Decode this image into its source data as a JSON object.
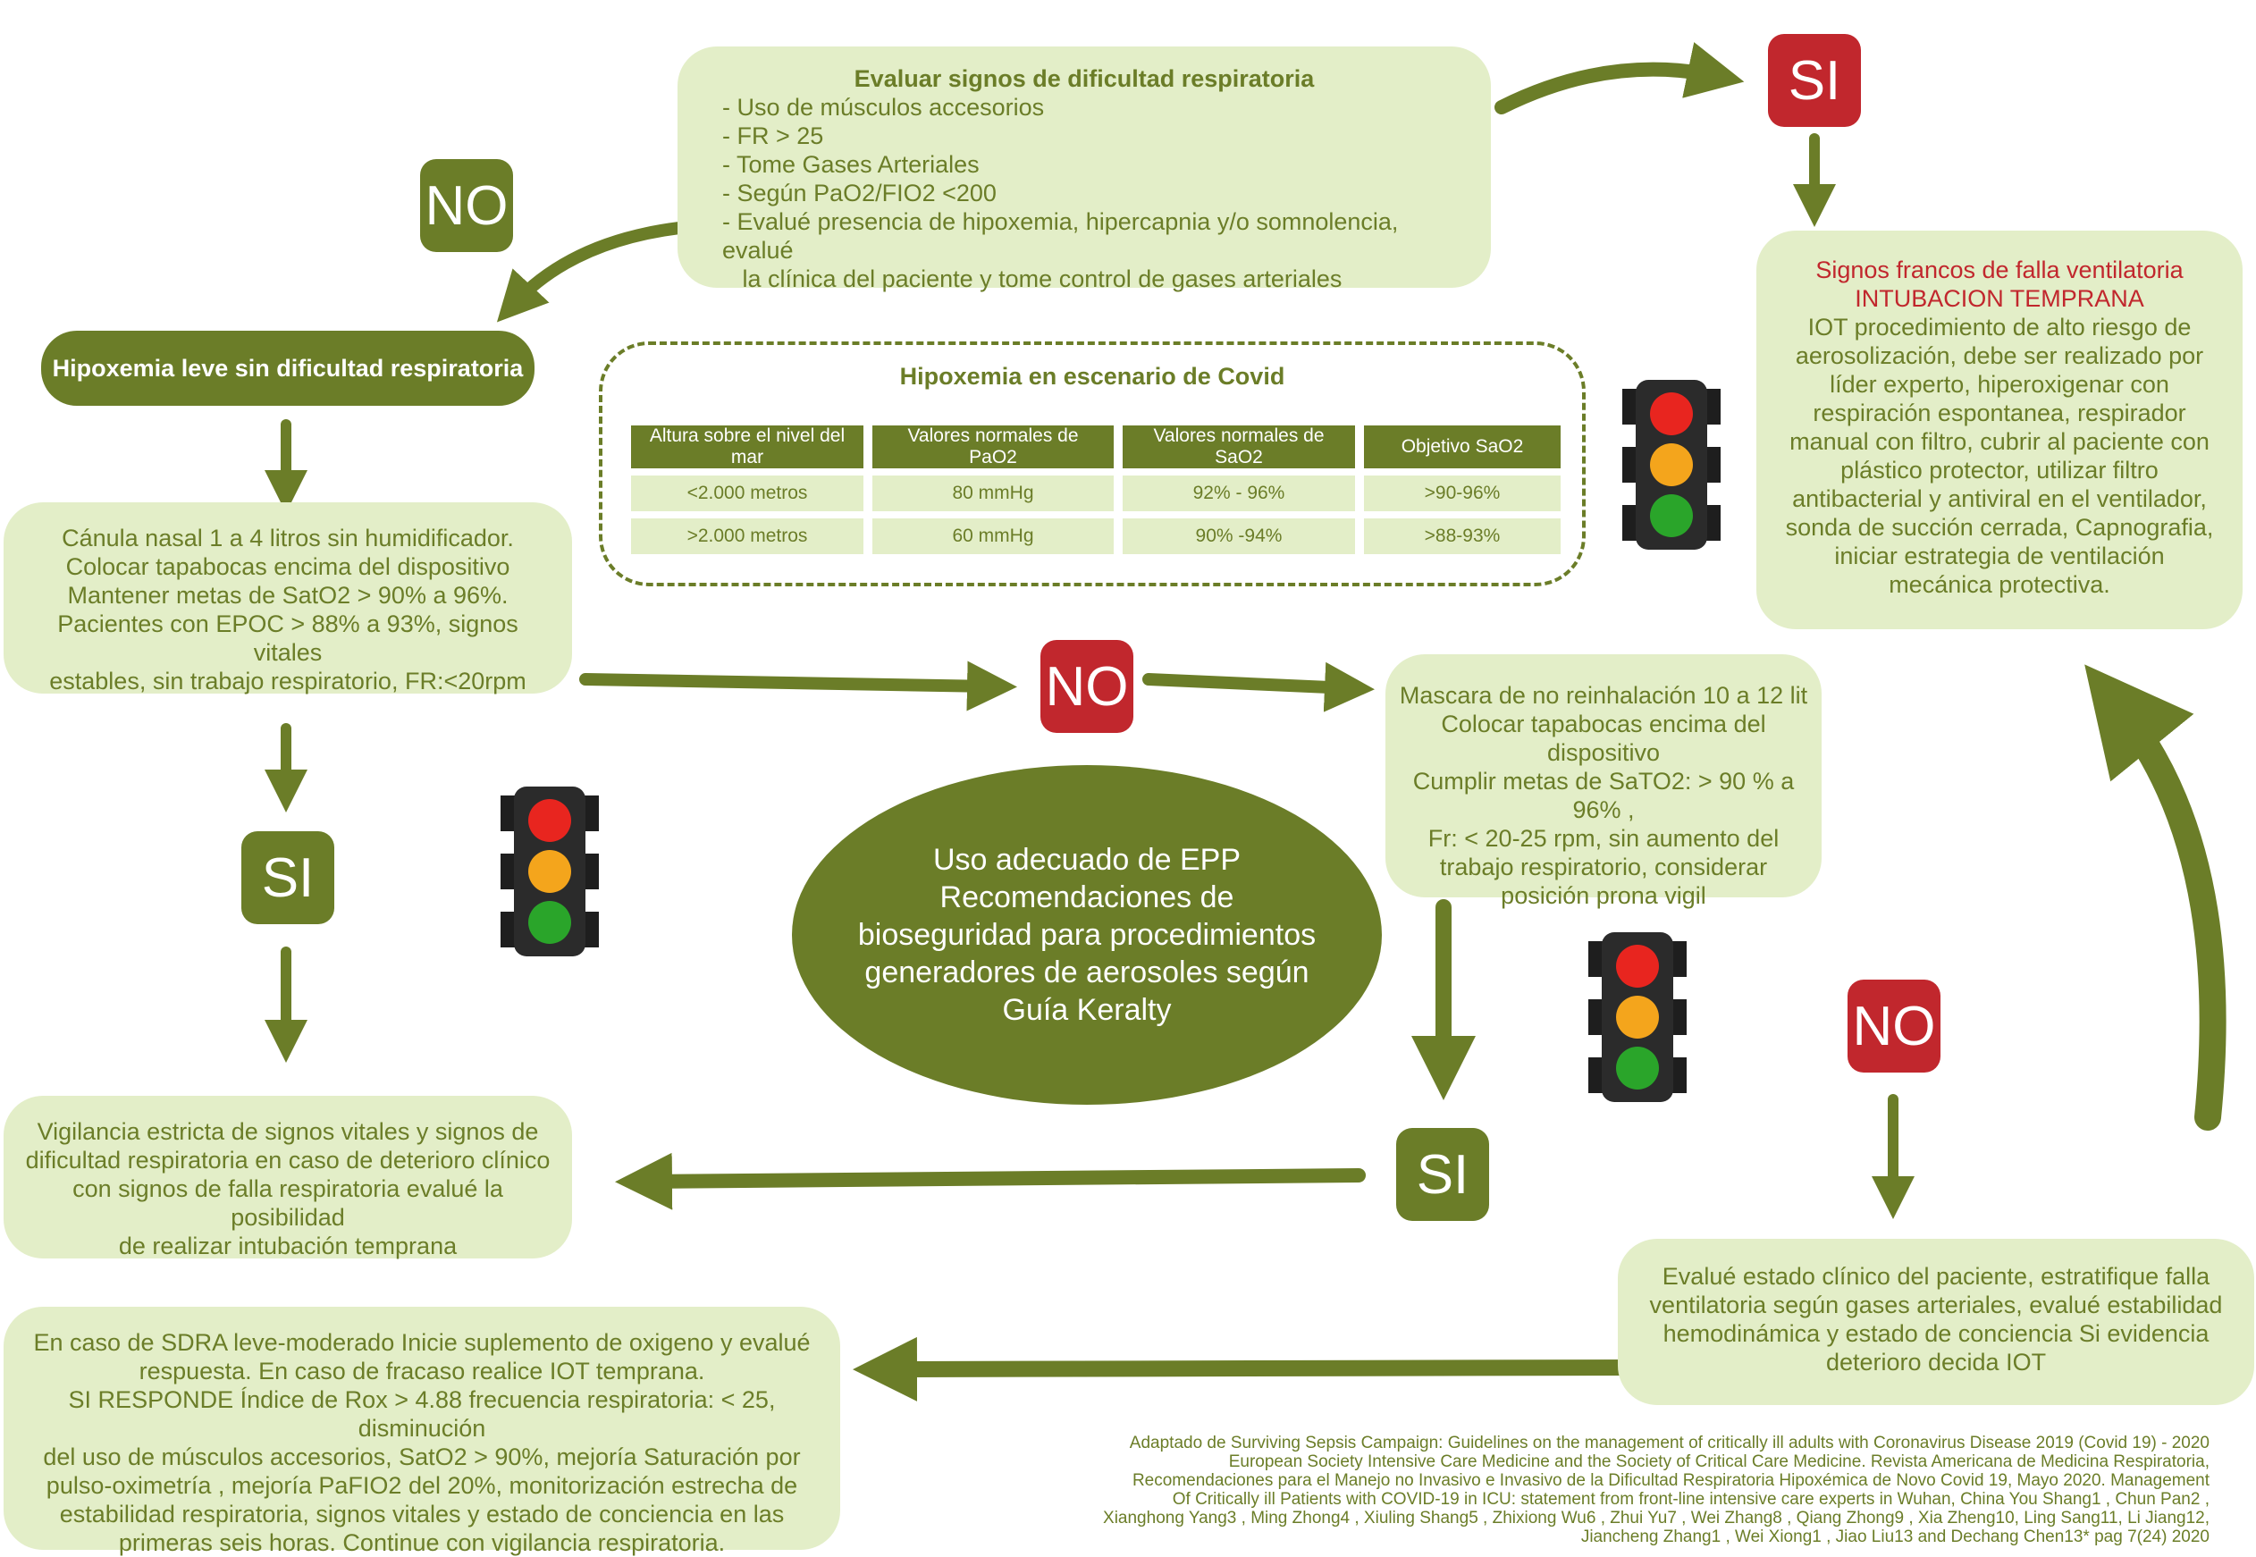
{
  "colors": {
    "olive": "#6b7d28",
    "light_green": "#e3eec8",
    "red": "#c1272d"
  },
  "top_box": {
    "title": "Evaluar signos de dificultad respiratoria",
    "items": [
      "-  Uso de músculos accesorios",
      "-  FR > 25",
      "-  Tome Gases Arteriales",
      "-  Según PaO2/FIO2 <200",
      "-  Evalué presencia de hipoxemia, hipercapnia y/o somnolencia, evalué",
      "   la clínica del paciente y tome control de gases arteriales"
    ]
  },
  "badges": {
    "si_top": "SI",
    "no_top": "NO",
    "no_middle": "NO",
    "si_left": "SI",
    "si_right": "SI",
    "no_right": "NO"
  },
  "mild_hypoxemia": "Hipoxemia leve sin dificultad respiratoria",
  "cannula_box": [
    "Cánula nasal 1 a 4 litros sin humidificador.",
    "Colocar tapabocas encima del dispositivo",
    "Mantener  metas de SatO2 > 90% a 96%.",
    "Pacientes con EPOC > 88% a 93%, signos vitales",
    "estables, sin trabajo respiratorio, FR:<20rpm"
  ],
  "covid_table": {
    "title": "Hipoxemia en escenario de Covid",
    "headers": [
      "Altura sobre el nivel del mar",
      "Valores normales de PaO2",
      "Valores normales de SaO2",
      "Objetivo SaO2"
    ],
    "rows": [
      [
        "<2.000 metros",
        "80 mmHg",
        "92% - 96%",
        ">90-96%"
      ],
      [
        ">2.000 metros",
        "60 mmHg",
        "90% -94%",
        ">88-93%"
      ]
    ]
  },
  "signs_box": {
    "title_lines": [
      "Signos francos de falla ventilatoria",
      "INTUBACION TEMPRANA"
    ],
    "lines": [
      "IOT procedimiento de alto riesgo de",
      "aerosolización, debe ser realizado por",
      "líder experto, hiperoxigenar con",
      "respiración espontanea, respirador",
      "manual con filtro, cubrir al paciente con",
      "plástico protector, utilizar filtro",
      "antibacterial y antiviral en el ventilador,",
      "sonda de succión cerrada, Capnografia,",
      "iniciar estrategia de ventilación",
      "mecánica protectiva."
    ]
  },
  "mask_box": [
    "Mascara de no reinhalación 10 a 12 lit",
    "Colocar tapabocas encima del",
    "dispositivo",
    "Cumplir metas de SaTO2: > 90 % a 96% ,",
    "Fr: < 20-25 rpm, sin aumento del",
    "trabajo respiratorio, considerar",
    "posición prona vigil"
  ],
  "epp_ellipse": [
    "Uso adecuado de EPP",
    "Recomendaciones de",
    "bioseguridad para procedimientos",
    "generadores de aerosoles según",
    "Guía Keralty"
  ],
  "vigilance_box": [
    "Vigilancia estricta de signos vitales y signos de",
    "dificultad respiratoria en caso de deterioro clínico",
    "con signos de falla respiratoria evalué la  posibilidad",
    "de realizar intubación temprana"
  ],
  "evaluate_box": [
    "Evalué estado clínico del paciente, estratifique falla",
    "ventilatoria según gases arteriales, evalué estabilidad",
    "hemodinámica y estado de conciencia  Si evidencia",
    "deterioro decida IOT"
  ],
  "sdra_box": [
    "En caso de SDRA leve-moderado Inicie suplemento de oxigeno y evalué",
    "respuesta. En caso de fracaso realice IOT temprana.",
    "SI RESPONDE Índice de Rox > 4.88 frecuencia respiratoria: < 25, disminución",
    "del uso de músculos accesorios, SatO2 > 90%, mejoría Saturación por",
    "pulso-oximetría , mejoría PaFIO2 del 20%, monitorización estrecha de",
    "estabilidad respiratoria, signos vitales y estado de conciencia en las",
    "primeras seis horas. Continue con vigilancia respiratoria."
  ],
  "reference": [
    "Adaptado de Surviving Sepsis Campaign: Guidelines on the management of critically ill adults with Coronavirus Disease 2019 (Covid 19) - 2020",
    "European Society Intensive Care Medicine and the Society of Critical Care Medicine. Revista Americana de Medicina Respiratoria,",
    "Recomendaciones para el Manejo no Invasivo e Invasivo de la Dificultad Respiratoria Hipoxémica de Novo Covid 19, Mayo 2020. Management",
    "Of  Critically ill Patients with COVID-19 in ICU: statement from front-line intensive care experts in Wuhan, China You Shang1 , Chun Pan2 ,",
    "Xianghong Yang3 , Ming Zhong4 , Xiuling Shang5 , Zhixiong Wu6 , Zhui Yu7 , Wei Zhang8 , Qiang Zhong9 , Xia Zheng10, Ling Sang11, Li Jiang12,",
    "Jiancheng Zhang1 , Wei Xiong1 , Jiao Liu13 and Dechang Chen13* pag 7(24) 2020"
  ],
  "icons": [
    "traffic-light-icon"
  ]
}
